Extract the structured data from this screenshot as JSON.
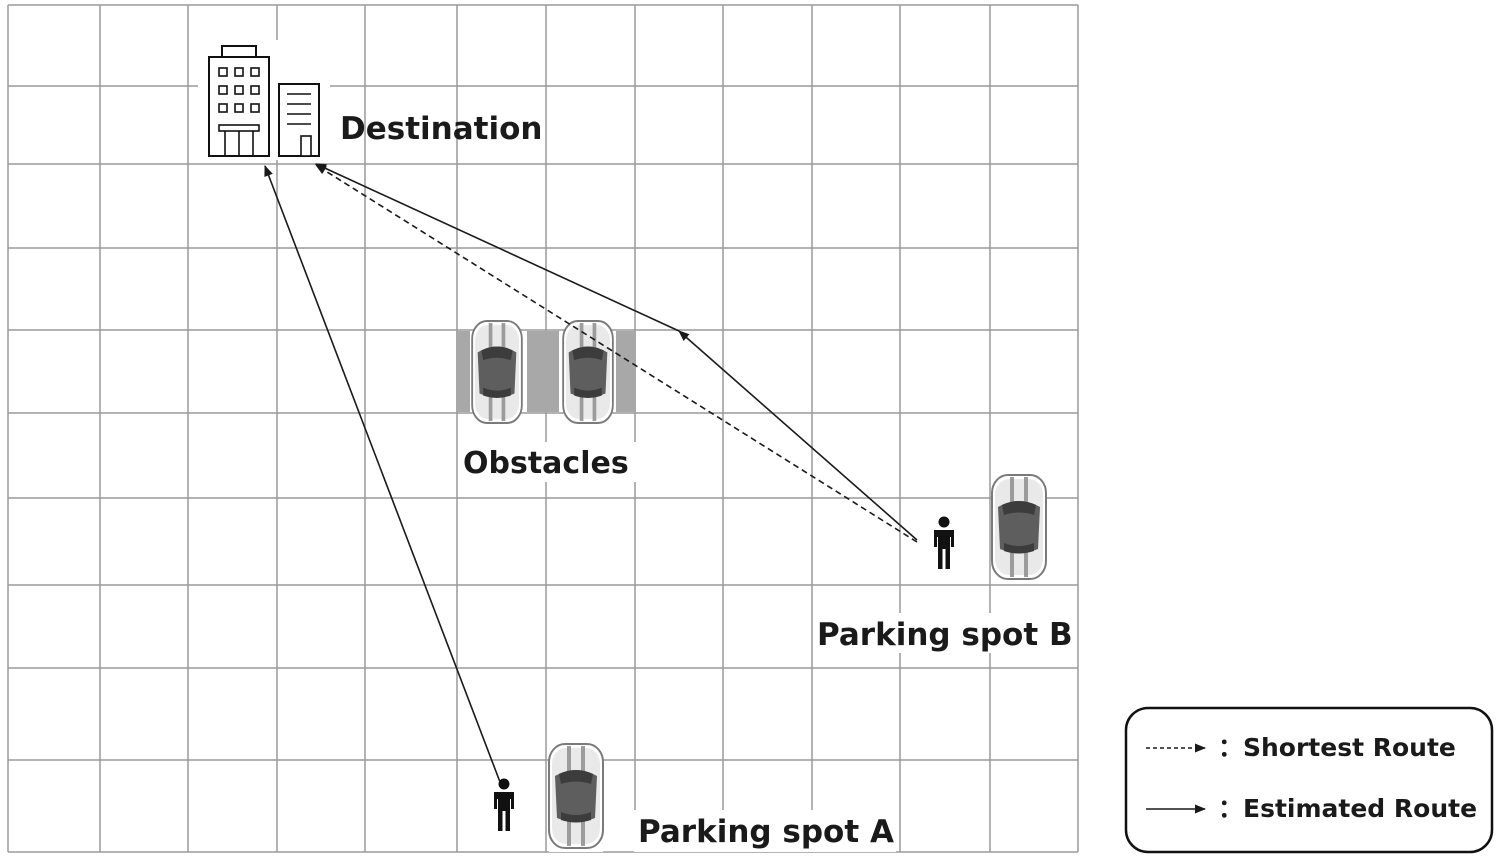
{
  "labels": {
    "destination": "Destination",
    "obstacles": "Obstacles",
    "parking_a": "Parking spot A",
    "parking_b": "Parking spot B"
  },
  "legend": {
    "shortest": "：Shortest Route",
    "estimated": "：Estimated Route"
  },
  "icons": {
    "destination": "building-icon",
    "pedestrian": "person-icon",
    "vehicle": "car-icon"
  },
  "colors": {
    "grid": "#9a9a9a",
    "route": "#1a1a1a",
    "obstacle_pad": "#a8a8a8"
  }
}
